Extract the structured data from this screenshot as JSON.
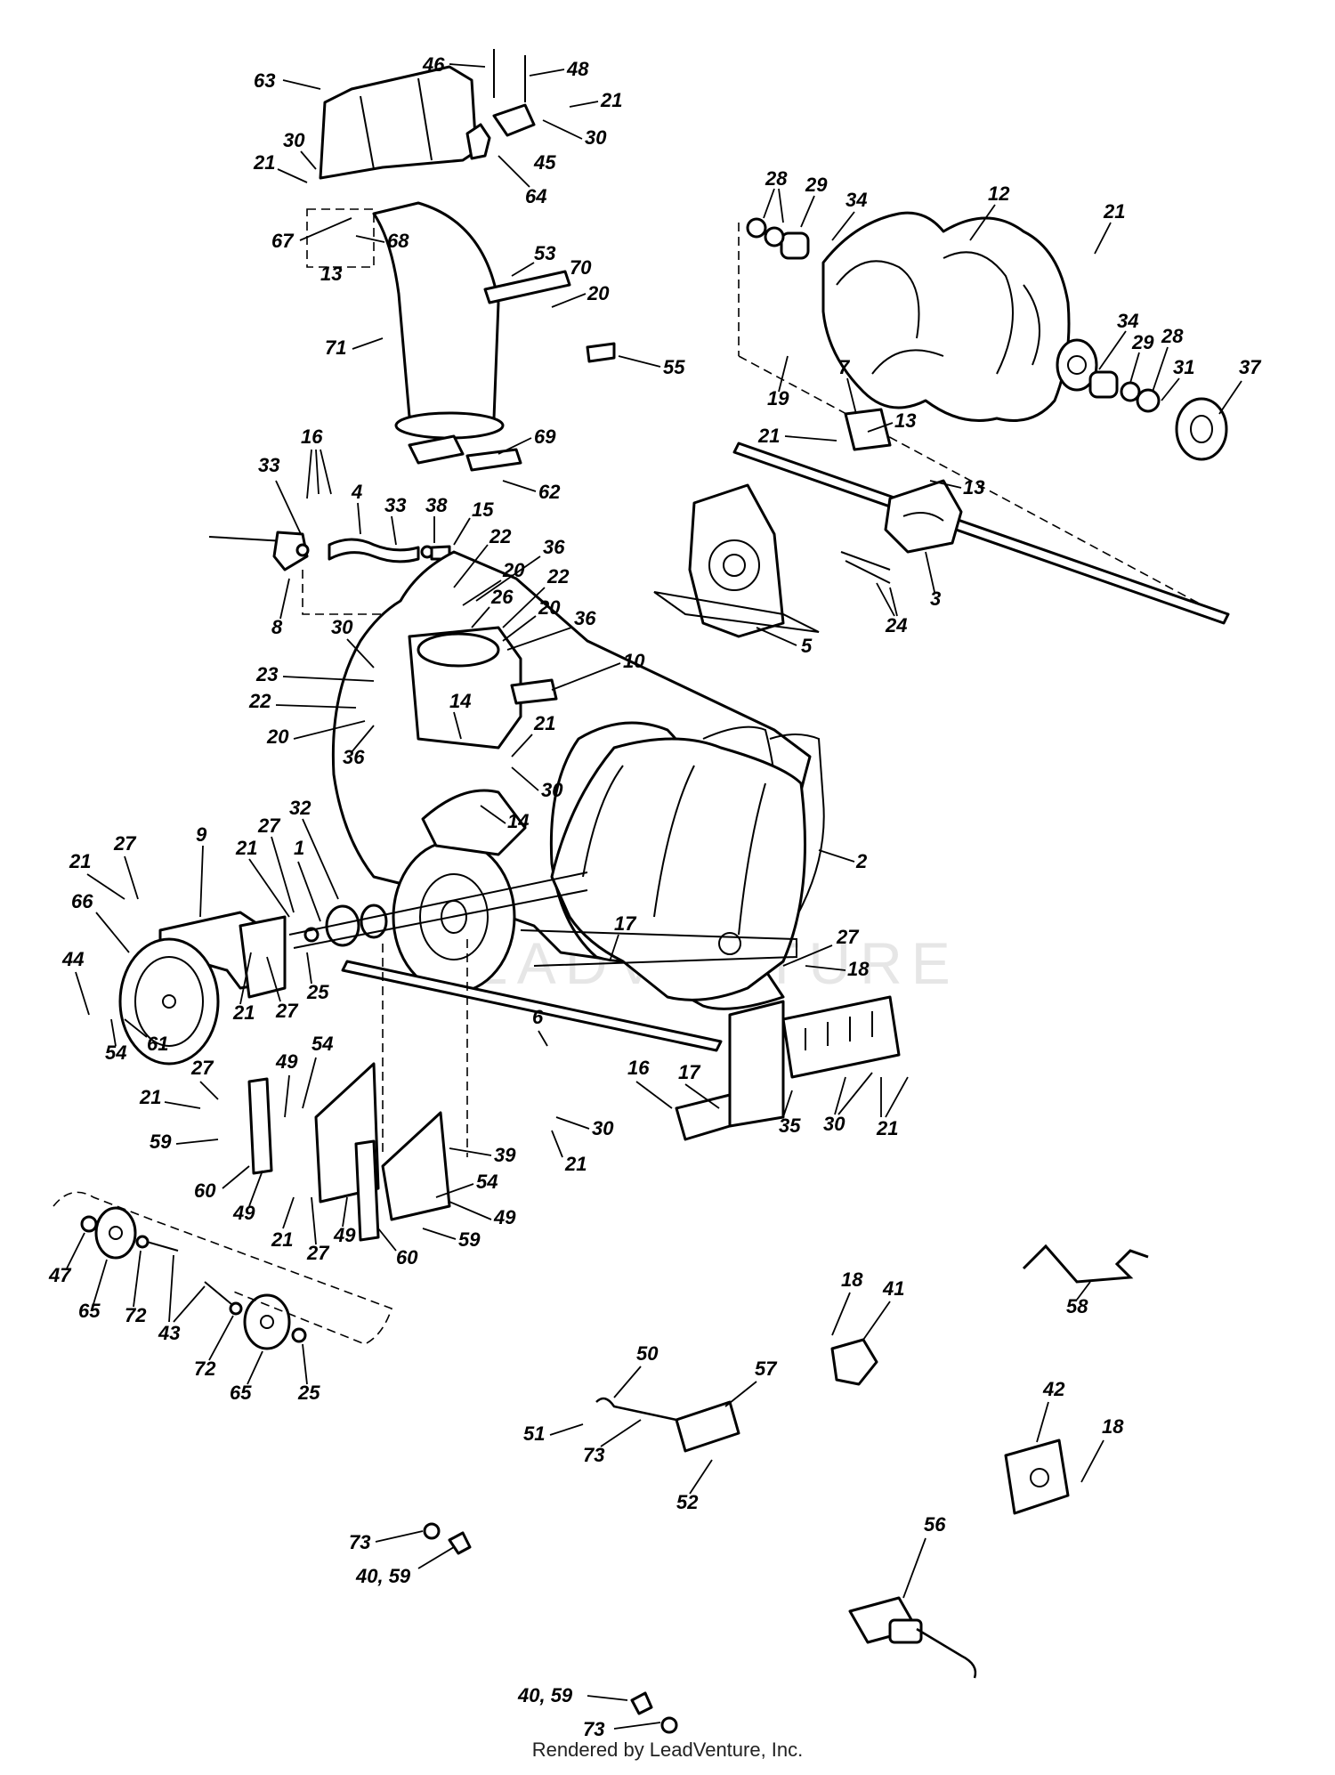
{
  "diagram": {
    "watermark": "LEADVENTURE",
    "footer": "Rendered by LeadVenture, Inc.",
    "callouts": [
      {
        "id": "c63",
        "text": "63"
      },
      {
        "id": "c46",
        "text": "46"
      },
      {
        "id": "c48",
        "text": "48"
      },
      {
        "id": "c21a",
        "text": "21"
      },
      {
        "id": "c30a",
        "text": "30"
      },
      {
        "id": "c45",
        "text": "45"
      },
      {
        "id": "c30b",
        "text": "30"
      },
      {
        "id": "c21b",
        "text": "21"
      },
      {
        "id": "c64",
        "text": "64"
      },
      {
        "id": "c67",
        "text": "67"
      },
      {
        "id": "c68",
        "text": "68"
      },
      {
        "id": "c13a",
        "text": "13"
      },
      {
        "id": "c71",
        "text": "71"
      },
      {
        "id": "c53",
        "text": "53"
      },
      {
        "id": "c70",
        "text": "70"
      },
      {
        "id": "c20a",
        "text": "20"
      },
      {
        "id": "c55",
        "text": "55"
      },
      {
        "id": "c69",
        "text": "69"
      },
      {
        "id": "c62",
        "text": "62"
      },
      {
        "id": "c28a",
        "text": "28"
      },
      {
        "id": "c29a",
        "text": "29"
      },
      {
        "id": "c34a",
        "text": "34"
      },
      {
        "id": "c12",
        "text": "12"
      },
      {
        "id": "c21c",
        "text": "21"
      },
      {
        "id": "c19",
        "text": "19"
      },
      {
        "id": "c34b",
        "text": "34"
      },
      {
        "id": "c29b",
        "text": "29"
      },
      {
        "id": "c28b",
        "text": "28"
      },
      {
        "id": "c31",
        "text": "31"
      },
      {
        "id": "c37",
        "text": "37"
      },
      {
        "id": "c7",
        "text": "7"
      },
      {
        "id": "c21d",
        "text": "21"
      },
      {
        "id": "c13b",
        "text": "13"
      },
      {
        "id": "c13c",
        "text": "13"
      },
      {
        "id": "c3",
        "text": "3"
      },
      {
        "id": "c24",
        "text": "24"
      },
      {
        "id": "c5",
        "text": "5"
      },
      {
        "id": "c16a",
        "text": "16"
      },
      {
        "id": "c33a",
        "text": "33"
      },
      {
        "id": "c4",
        "text": "4"
      },
      {
        "id": "c33b",
        "text": "33"
      },
      {
        "id": "c38",
        "text": "38"
      },
      {
        "id": "c15",
        "text": "15"
      },
      {
        "id": "c22a",
        "text": "22"
      },
      {
        "id": "c36a",
        "text": "36"
      },
      {
        "id": "c20b",
        "text": "20"
      },
      {
        "id": "c26",
        "text": "26"
      },
      {
        "id": "c22b",
        "text": "22"
      },
      {
        "id": "c20c",
        "text": "20"
      },
      {
        "id": "c36b",
        "text": "36"
      },
      {
        "id": "c8",
        "text": "8"
      },
      {
        "id": "c30c",
        "text": "30"
      },
      {
        "id": "c23",
        "text": "23"
      },
      {
        "id": "c10",
        "text": "10"
      },
      {
        "id": "c22c",
        "text": "22"
      },
      {
        "id": "c14a",
        "text": "14"
      },
      {
        "id": "c20d",
        "text": "20"
      },
      {
        "id": "c36c",
        "text": "36"
      },
      {
        "id": "c21e",
        "text": "21"
      },
      {
        "id": "c30d",
        "text": "30"
      },
      {
        "id": "c14b",
        "text": "14"
      },
      {
        "id": "c32",
        "text": "32"
      },
      {
        "id": "c27a",
        "text": "27"
      },
      {
        "id": "c9",
        "text": "9"
      },
      {
        "id": "c21f",
        "text": "21"
      },
      {
        "id": "c27b",
        "text": "27"
      },
      {
        "id": "c21g",
        "text": "21"
      },
      {
        "id": "c1",
        "text": "1"
      },
      {
        "id": "c2",
        "text": "2"
      },
      {
        "id": "c66",
        "text": "66"
      },
      {
        "id": "c17a",
        "text": "17"
      },
      {
        "id": "c27c",
        "text": "27"
      },
      {
        "id": "c18a",
        "text": "18"
      },
      {
        "id": "c44",
        "text": "44"
      },
      {
        "id": "c21h",
        "text": "21"
      },
      {
        "id": "c27d",
        "text": "27"
      },
      {
        "id": "c25a",
        "text": "25"
      },
      {
        "id": "c6",
        "text": "6"
      },
      {
        "id": "c54a",
        "text": "54"
      },
      {
        "id": "c61",
        "text": "61"
      },
      {
        "id": "c27e",
        "text": "27"
      },
      {
        "id": "c49a",
        "text": "49"
      },
      {
        "id": "c54b",
        "text": "54"
      },
      {
        "id": "c21i",
        "text": "21"
      },
      {
        "id": "c16b",
        "text": "16"
      },
      {
        "id": "c17b",
        "text": "17"
      },
      {
        "id": "c59a",
        "text": "59"
      },
      {
        "id": "c35",
        "text": "35"
      },
      {
        "id": "c30e",
        "text": "30"
      },
      {
        "id": "c21j",
        "text": "21"
      },
      {
        "id": "c30f",
        "text": "30"
      },
      {
        "id": "c60a",
        "text": "60"
      },
      {
        "id": "c49b",
        "text": "49"
      },
      {
        "id": "c39",
        "text": "39"
      },
      {
        "id": "c21k",
        "text": "21"
      },
      {
        "id": "c54c",
        "text": "54"
      },
      {
        "id": "c49c",
        "text": "49"
      },
      {
        "id": "c47",
        "text": "47"
      },
      {
        "id": "c21l",
        "text": "21"
      },
      {
        "id": "c27f",
        "text": "27"
      },
      {
        "id": "c49d",
        "text": "49"
      },
      {
        "id": "c59b",
        "text": "59"
      },
      {
        "id": "c60b",
        "text": "60"
      },
      {
        "id": "c65a",
        "text": "65"
      },
      {
        "id": "c72a",
        "text": "72"
      },
      {
        "id": "c43",
        "text": "43"
      },
      {
        "id": "c18b",
        "text": "18"
      },
      {
        "id": "c41",
        "text": "41"
      },
      {
        "id": "c58",
        "text": "58"
      },
      {
        "id": "c72b",
        "text": "72"
      },
      {
        "id": "c65b",
        "text": "65"
      },
      {
        "id": "c25b",
        "text": "25"
      },
      {
        "id": "c50",
        "text": "50"
      },
      {
        "id": "c57",
        "text": "57"
      },
      {
        "id": "c42",
        "text": "42"
      },
      {
        "id": "c18c",
        "text": "18"
      },
      {
        "id": "c51",
        "text": "51"
      },
      {
        "id": "c73a",
        "text": "73"
      },
      {
        "id": "c52",
        "text": "52"
      },
      {
        "id": "c56",
        "text": "56"
      },
      {
        "id": "c73b",
        "text": "73"
      },
      {
        "id": "c4059a",
        "text": "40, 59"
      },
      {
        "id": "c4059b",
        "text": "40, 59"
      },
      {
        "id": "c73c",
        "text": "73"
      }
    ]
  }
}
